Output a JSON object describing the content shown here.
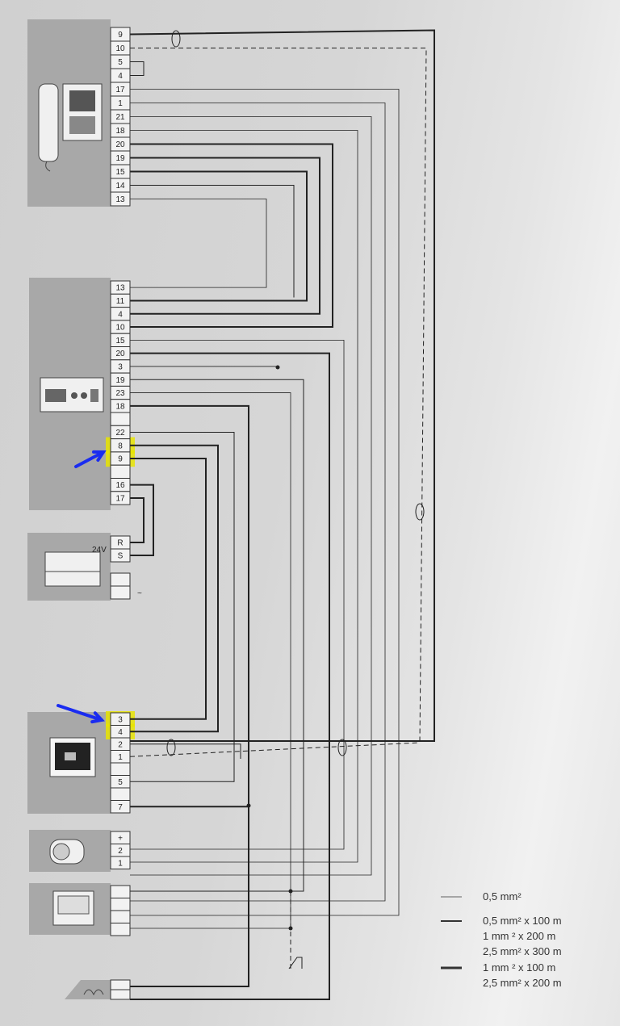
{
  "title": "",
  "blocks": [
    {
      "name": "monitor-indoor-unit",
      "terminals": [
        "9",
        "10",
        "5",
        "4",
        "17",
        "1",
        "21",
        "18",
        "20",
        "19",
        "15",
        "14",
        "13"
      ]
    },
    {
      "name": "control-unit",
      "terminals": [
        "13",
        "11",
        "4",
        "10",
        "15",
        "20",
        "3",
        "19",
        "23",
        "18",
        "",
        "22",
        "8",
        "9",
        "",
        "16",
        "17"
      ]
    },
    {
      "name": "power-supply",
      "label": "24V",
      "terminals": [
        "R",
        "S"
      ],
      "ac_terminals": [
        "",
        "~"
      ]
    },
    {
      "name": "camera-unit",
      "terminals": [
        "3",
        "4",
        "2",
        "1",
        "",
        "5",
        "",
        "7"
      ]
    },
    {
      "name": "speaker-unit",
      "terminals": [
        "+",
        "2",
        "1"
      ]
    },
    {
      "name": "panel-unit",
      "terminals": [
        "",
        "",
        "",
        ""
      ]
    },
    {
      "name": "lock-unit",
      "terminals": [
        "",
        ""
      ]
    }
  ],
  "highlights": {
    "control": [
      "8",
      "9"
    ],
    "camera": [
      "3",
      "4"
    ],
    "color": "#e8e400"
  },
  "arrows_color": "#1a2cf0",
  "legend": [
    {
      "lines": [
        "0,5 mm²"
      ]
    },
    {
      "lines": [
        "0,5 mm² x 100 m",
        "1  mm ² x 200 m",
        "2,5 mm² x 300 m"
      ]
    },
    {
      "lines": [
        "1  mm ² x 100 m",
        "2,5 mm² x 200 m"
      ]
    }
  ]
}
